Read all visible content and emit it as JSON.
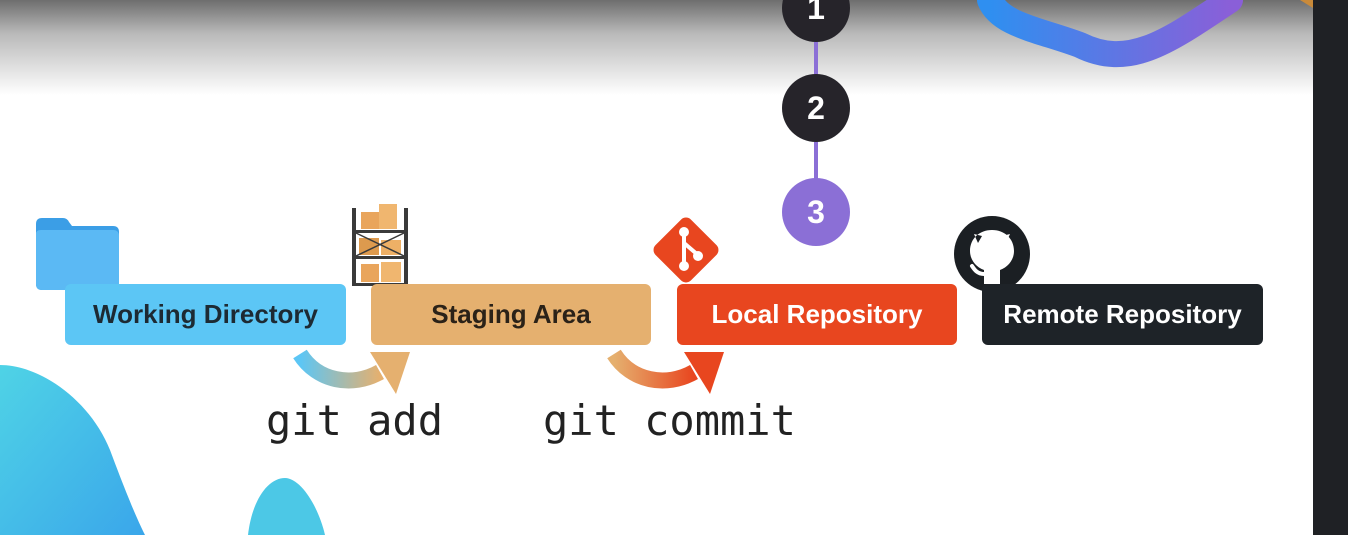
{
  "steps": [
    "1",
    "2",
    "3"
  ],
  "stages": {
    "working_directory": "Working Directory",
    "staging_area": "Staging Area",
    "local_repository": "Local Repository",
    "remote_repository": "Remote Repository"
  },
  "commands": {
    "add": "git add",
    "commit": "git commit"
  },
  "colors": {
    "working_directory": "#5cc6f5",
    "staging_area": "#e5b06f",
    "local_repository": "#e8461f",
    "remote_repository": "#1e2328",
    "active_step": "#8b6fd6",
    "inactive_step": "#26242a"
  },
  "icons": [
    "folder-icon",
    "warehouse-shelves-icon",
    "git-logo-icon",
    "github-logo-icon",
    "arrow-curved-icon"
  ]
}
